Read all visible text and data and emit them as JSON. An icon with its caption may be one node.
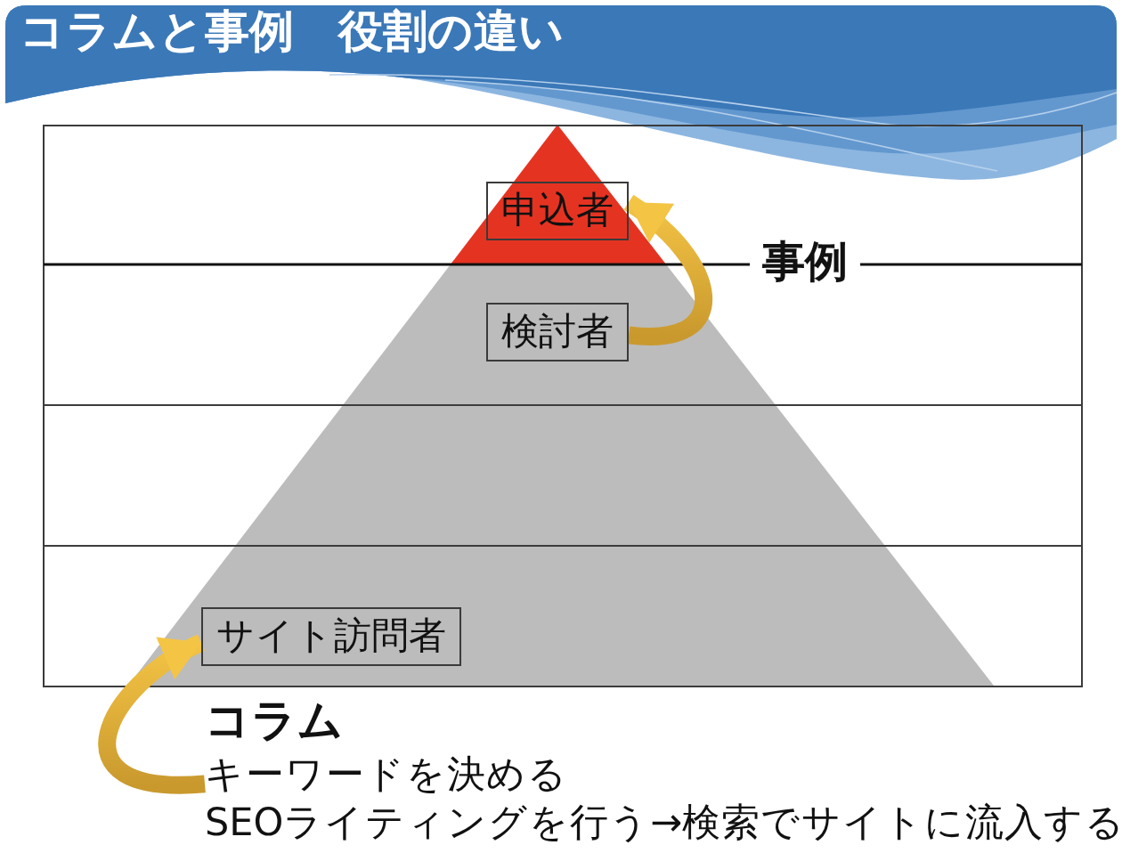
{
  "diagram": {
    "title": "コラムと事例　役割の違い",
    "nodes": [
      {
        "text": [
          "申込者"
        ]
      },
      {
        "text": [
          "検討者"
        ]
      },
      {
        "text": [
          "サイト訪問者"
        ]
      },
      {
        "text": [
          "コラム",
          "キーワードを決める",
          "SEOライティングを行う→検索でサイトに流入する"
        ]
      }
    ],
    "edges": [
      {
        "from": 1,
        "to": 0,
        "arrow": "to"
      },
      {
        "from": 3,
        "to": 2,
        "arrow": "to"
      }
    ],
    "labels": [
      "事例"
    ]
  }
}
